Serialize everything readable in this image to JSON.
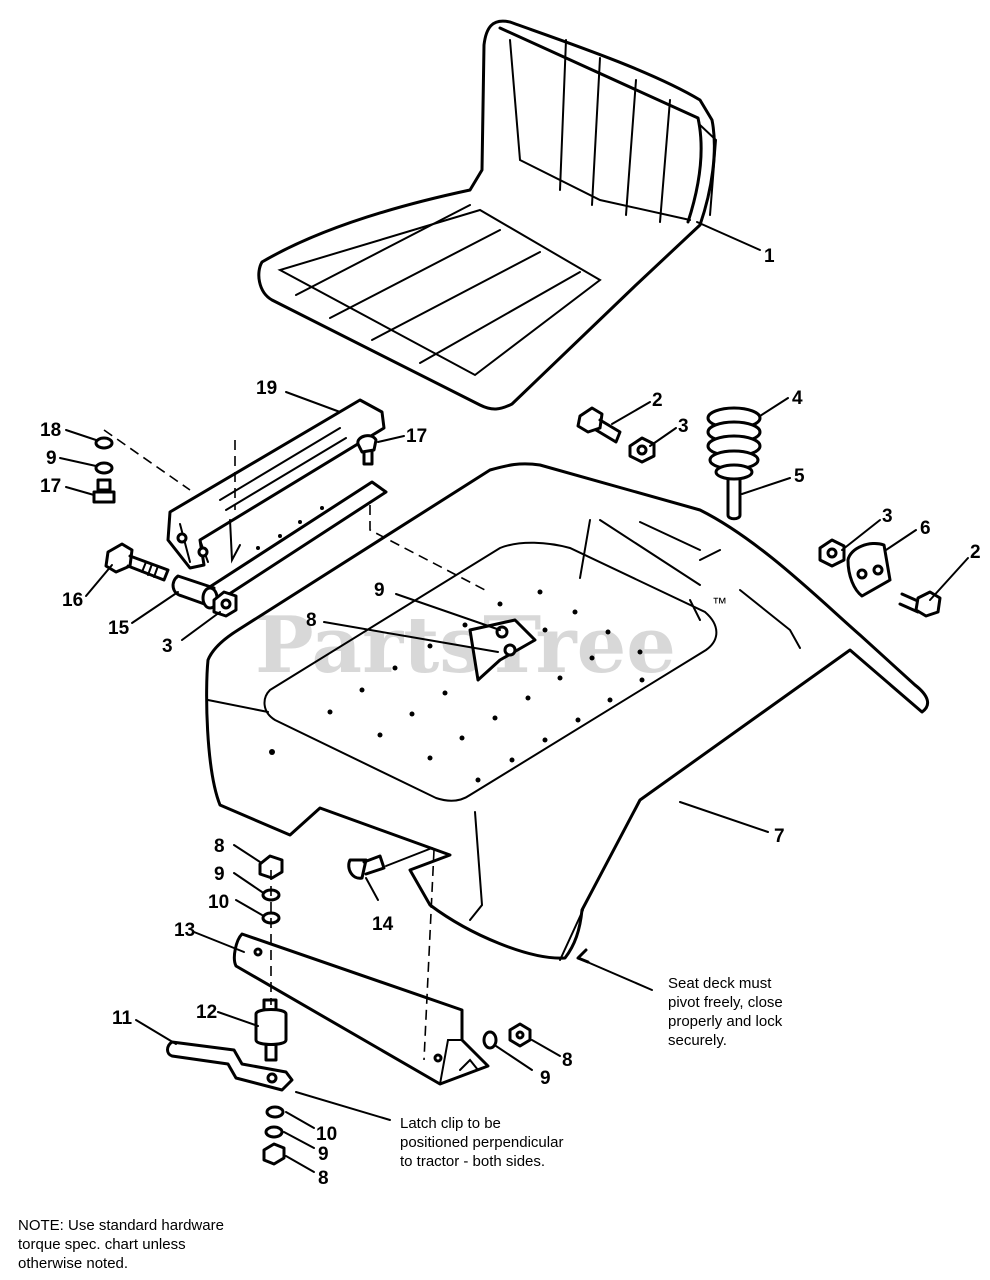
{
  "watermark": "PartsTree",
  "watermark_tm": "™",
  "callouts": {
    "c1": "1",
    "c2a": "2",
    "c3a": "3",
    "c4": "4",
    "c5": "5",
    "c3b": "3",
    "c6": "6",
    "c2b": "2",
    "c19": "19",
    "c17a": "17",
    "c18": "18",
    "c9a": "9",
    "c17b": "17",
    "c16": "16",
    "c15": "15",
    "c3c": "3",
    "c9b": "9",
    "c8a": "8",
    "c7": "7",
    "c8b": "8",
    "c9c": "9",
    "c10a": "10",
    "c14": "14",
    "c13": "13",
    "c12": "12",
    "c11": "11",
    "c8c": "8",
    "c9d": "9",
    "c10b": "10",
    "c9e": "9",
    "c8d": "8"
  },
  "notes": {
    "seat_deck": [
      "Seat deck must",
      "pivot freely, close",
      "properly and lock",
      "securely."
    ],
    "latch_clip": [
      "Latch clip to be",
      "positioned perpendicular",
      "to tractor - both sides."
    ],
    "hardware": [
      "NOTE: Use standard hardware",
      "torque spec. chart unless",
      "otherwise noted."
    ]
  }
}
